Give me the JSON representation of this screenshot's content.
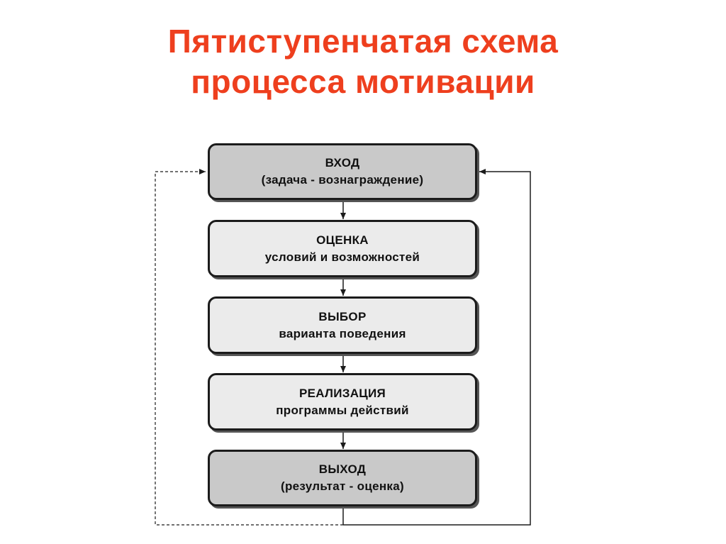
{
  "title": {
    "line1": "Пятиступенчатая схема",
    "line2": "процесса мотивации"
  },
  "steps": [
    {
      "heading": "ВХОД",
      "detail": "(задача - вознаграждение)"
    },
    {
      "heading": "ОЦЕНКА",
      "detail": "условий и возможностей"
    },
    {
      "heading": "ВЫБОР",
      "detail": "варианта поведения"
    },
    {
      "heading": "РЕАЛИЗАЦИЯ",
      "detail": "программы действий"
    },
    {
      "heading": "ВЫХОД",
      "detail": "(результат - оценка)"
    }
  ],
  "colors": {
    "title": "#ee3f1e",
    "box_dark": "#c9c9c9",
    "box_light": "#ebebeb",
    "line": "#1b1b1b"
  }
}
